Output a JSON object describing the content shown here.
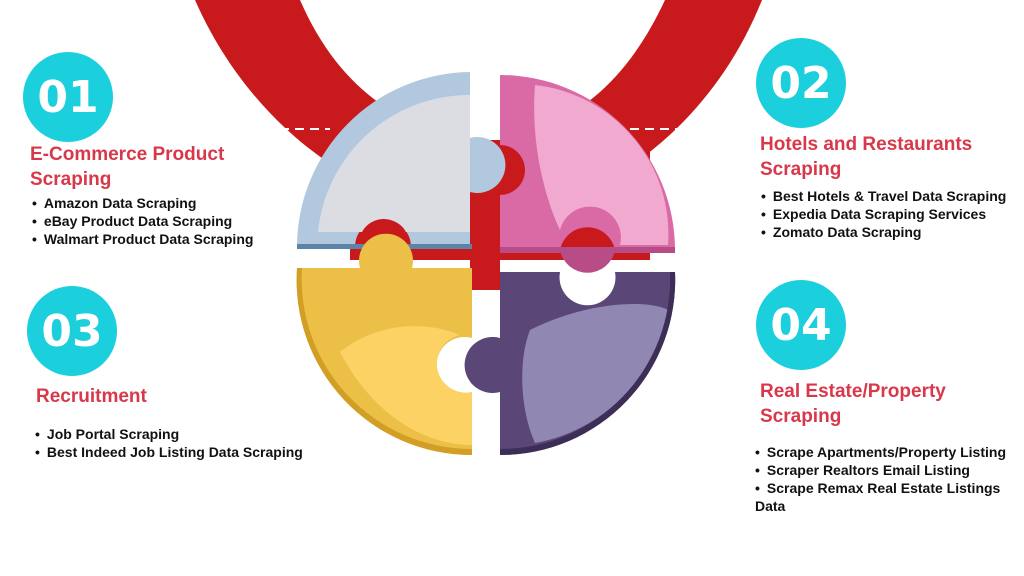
{
  "colors": {
    "badge": "#1ccfdc",
    "title": "#d9384a",
    "ribbon": "#c81a1c",
    "puzzle_top_left": "#dcdde2",
    "puzzle_top_right": "#d96aa6",
    "puzzle_bottom_left": "#ecbf47",
    "puzzle_bottom_right": "#5a4677"
  },
  "sections": [
    {
      "number": "01",
      "title": "E-Commerce Product\nScraping",
      "items": [
        "Amazon Data Scraping",
        "eBay Product Data Scraping",
        "Walmart Product Data Scraping"
      ]
    },
    {
      "number": "02",
      "title": "Hotels and Restaurants\nScraping",
      "items": [
        "Best Hotels & Travel Data Scraping",
        "Expedia Data Scraping Services",
        "Zomato Data Scraping"
      ]
    },
    {
      "number": "03",
      "title": "Recruitment",
      "items": [
        "Job Portal Scraping",
        "Best Indeed Job Listing Data Scraping"
      ]
    },
    {
      "number": "04",
      "title": "Real Estate/Property\nScraping",
      "items": [
        "Scrape Apartments/Property Listing",
        "Scraper Realtors Email Listing",
        "Scrape Remax Real Estate Listings Data"
      ]
    }
  ]
}
